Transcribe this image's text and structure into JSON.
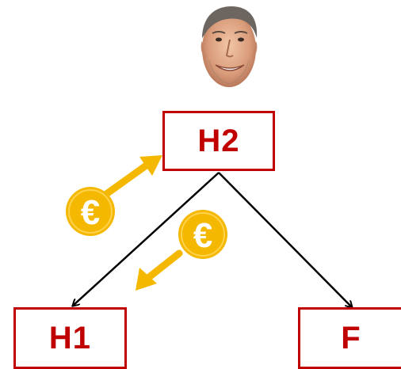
{
  "nodes": {
    "top": {
      "label": "H2"
    },
    "left": {
      "label": "H1"
    },
    "right": {
      "label": "F"
    }
  },
  "coins": {
    "symbol": "€"
  },
  "icons": {
    "portrait": "man-portrait-icon",
    "coin": "euro-coin-icon",
    "arrow": "flow-arrow-icon"
  },
  "colors": {
    "box_border": "#c00000",
    "box_text": "#c00000",
    "coin_fill": "#f5b800",
    "coin_symbol": "#ffffff",
    "money_arrow": "#f5b800",
    "tree_line": "#000000"
  }
}
